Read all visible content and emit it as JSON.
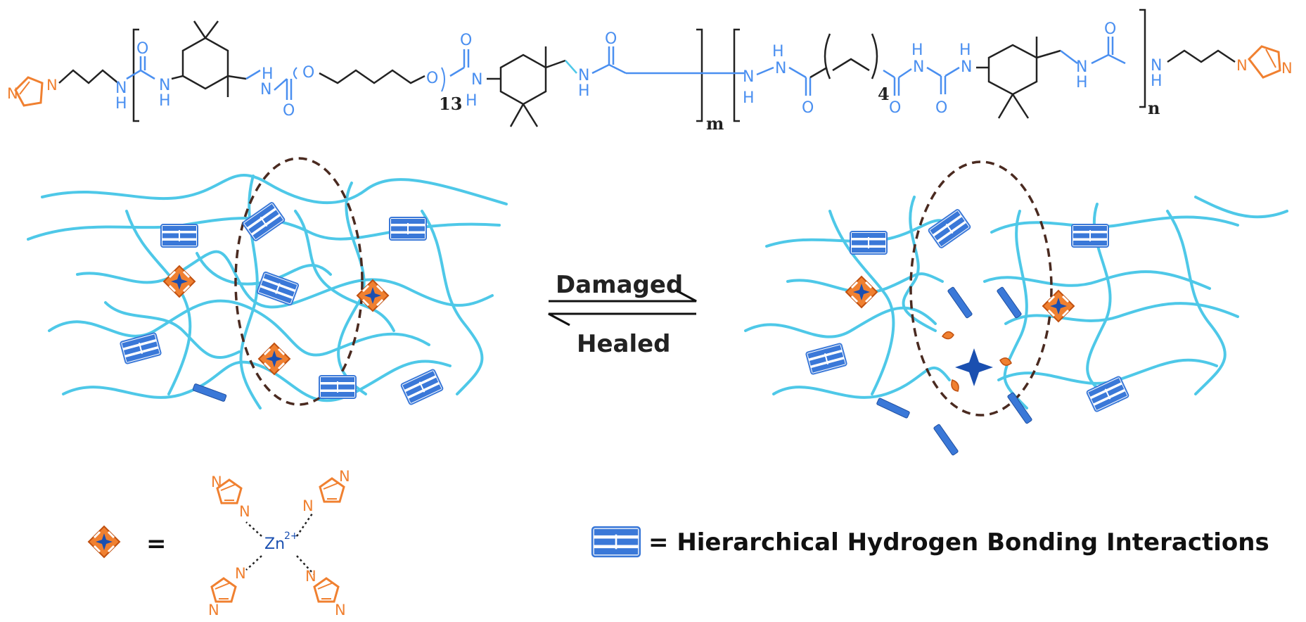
{
  "structure": {
    "atom_N": "N",
    "atom_O": "O",
    "atom_H": "H",
    "repeat_13": "13",
    "repeat_4": "4",
    "subscript_m": "m",
    "subscript_n": "n"
  },
  "arrow": {
    "forward_label": "Damaged",
    "reverse_label": "Healed"
  },
  "legend": {
    "equals": "=",
    "zinc_label": "Zn",
    "zinc_charge": "2+",
    "hbond_label": "= Hierarchical Hydrogen Bonding Interactions"
  },
  "colors": {
    "chain": "#4ec8e8",
    "backbone_blue": "#4a8ff0",
    "imidazole_orange": "#f08030",
    "hbond_block": "#3a78d8",
    "ellipse": "#4a2a20",
    "bond_black": "#222222"
  }
}
